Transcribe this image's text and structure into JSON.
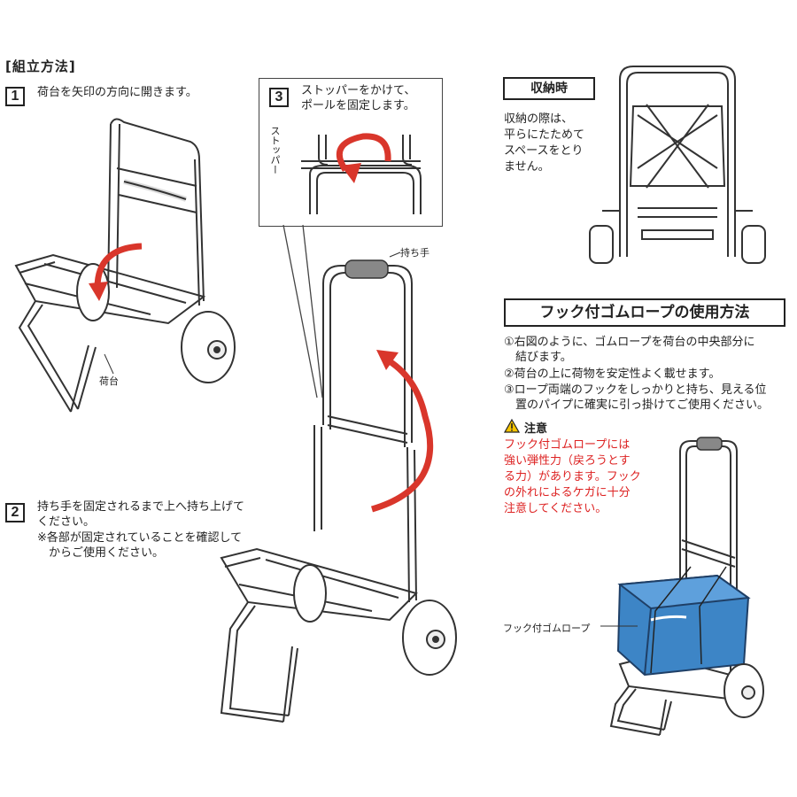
{
  "heading": "[組立方法]",
  "steps": [
    {
      "number": "1",
      "text": "荷台を矢印の方向に開きます。"
    },
    {
      "number": "2",
      "text": "持ち手を固定されるまで上へ持ち上げて\nください。",
      "note": "※各部が固定されていることを確認して\n　からご使用ください。"
    },
    {
      "number": "3",
      "text": "ストッパーをかけて、\nポールを固定します。"
    }
  ],
  "labels": {
    "stopper": "ストッパー",
    "handle": "持ち手",
    "carrier": "荷台",
    "hook_rope": "フック付ゴムロープ"
  },
  "storage": {
    "title": "収納時",
    "text": "収納の際は、\n平らにたためて\nスペースをとり\nません。"
  },
  "usage": {
    "title": "フック付ゴムロープの使用方法",
    "items": [
      "①右図のように、ゴムロープを荷台の中央部分に\n　結びます。",
      "②荷台の上に荷物を安定性よく載せます。",
      "③ロープ両端のフックをしっかりと持ち、見える位\n　置のパイプに確実に引っ掛けてご使用ください。"
    ],
    "caution_title": "注意",
    "caution_text": "フック付ゴムロープには\n強い弾性力（戻ろうとす\nる力）があります。フック\nの外れによるケガに十分\n注意してください。"
  },
  "colors": {
    "arrow": "#d9362b",
    "cooler": "#3d85c6",
    "caution": "#d22222",
    "handle_grip": "#888888"
  },
  "icons": [
    "warning-icon",
    "curved-arrow-icon"
  ]
}
